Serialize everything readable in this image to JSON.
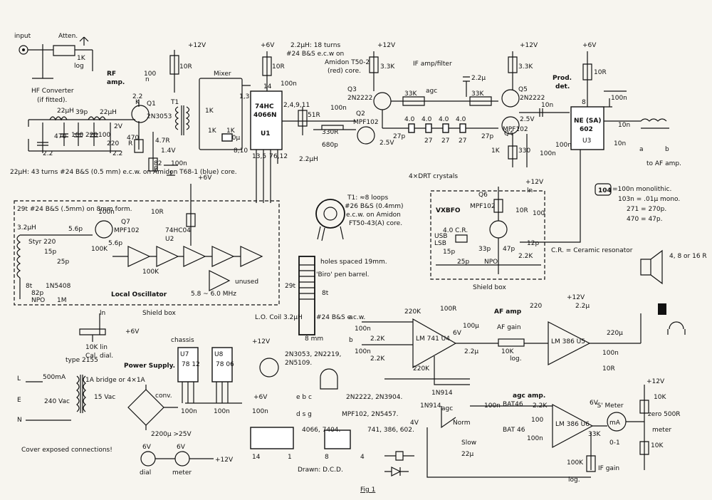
{
  "input": {
    "label": "input",
    "atten": "Atten.",
    "pot": "1K",
    "pot_sub": "log"
  },
  "hf_converter": {
    "line1": "HF Converter",
    "line2": "(if fitted)."
  },
  "rf_amp": {
    "label": "RF",
    "label2": "amp.",
    "q1": "Q1",
    "q1_part": "2N3053",
    "r1": "100",
    "r1_sub": "n",
    "r2": "10R",
    "r3": "2.2",
    "r3_sub": "K",
    "r4": "470",
    "r4_sub": "R",
    "r5": "4.7R",
    "v1": "1.4V",
    "r6": "82",
    "r6_sub": "R",
    "c1": "100n",
    "v2": "2V",
    "t1": "T1"
  },
  "front_end": {
    "l1": "22μH",
    "l2": "22μH",
    "c1": "39p",
    "c2": "2.2",
    "c2_sub": "n",
    "c3": "2.2",
    "c3_sub": "n",
    "c4": "470",
    "c5": "100",
    "c6": "220",
    "c7": "100",
    "c8": "220",
    "note": "22μH: 43 turns #24 B&S (0.5 mm) e.c.w. on Amidon T68-1 (blue) core."
  },
  "mixer": {
    "label": "Mixer",
    "chip": "74HC",
    "chip2": "4066N",
    "u": "U1",
    "r1": "1K",
    "r2": "1K",
    "r3": "1K",
    "c1": "10μ",
    "r4": "10R",
    "c2": "100n",
    "pins_a": "1,3",
    "pins_b": "14",
    "pins_c": "8,10",
    "pins_d": "2,4,9,11",
    "pins_e": "13,5",
    "pins_f": "7",
    "pins_g": "6,12",
    "plus6v": "+6V"
  },
  "if_amp": {
    "label": "IF amp/filter",
    "agc": "agc",
    "q2": "Q2",
    "q2_part": "MPF102",
    "q3": "Q3",
    "q3_part": "2N2222",
    "q4": "Q4",
    "q4_part": "MPF102",
    "q5": "Q5",
    "q5_part": "2N2222",
    "r1": "51R",
    "r2": "330R",
    "c1": "680p",
    "l1": "2.2μH",
    "c2": "100n",
    "r3": "33K",
    "r4": "33K",
    "r5": "3.3K",
    "r6": "3.3K",
    "c3": "2.2μ",
    "c4": "27p",
    "c5": "27",
    "c6": "27",
    "c7": "27",
    "c8": "27p",
    "x": "4.0",
    "v1": "2.5V",
    "v2": "2.5V",
    "r7": "1K",
    "r8": "330",
    "c9": "100n",
    "c10": "10n",
    "plus12v": "+12V"
  },
  "coil_note": {
    "line1": "2.2μH: 18 turns",
    "line2": "#24 B&S e.c.w on",
    "line3": "Amidon T50-2",
    "line4": "(red) core.",
    "c": "100n"
  },
  "crystals": {
    "label": "4×DRT crystals"
  },
  "prod_det": {
    "label": "Prod.",
    "label2": "det.",
    "chip": "NE (SA)",
    "chip2": "602",
    "u": "U3",
    "r1": "10R",
    "c1": "100n",
    "c2": "100n",
    "c3": "10n",
    "c4": "10n",
    "to_af": "to AF amp.",
    "a": "a",
    "b": "b",
    "plus6v": "+6V",
    "pin8": "8"
  },
  "legend": {
    "box": "104",
    "line1": "=100n monolithic.",
    "line2": "103n = .01μ mono.",
    "line3": "271 = 270p.",
    "line4": "470 = 47p."
  },
  "t1_note": {
    "line1": "T1: ≈8 loops",
    "line2": "#26 B&S (0.4mm)",
    "line3": "e.c.w. on Amidon",
    "line4": "FT50-43(A) core."
  },
  "vxbfo": {
    "label": "VXBFO",
    "q6": "Q6",
    "q6_part": "MPF102",
    "cr": "4.0 C.R.",
    "usb": "USB",
    "lsb": "LSB",
    "c1": "15p",
    "c2": "33p",
    "c3": "25p",
    "c4": "47p",
    "c5": "12p",
    "c6": "100",
    "r1": "10R",
    "r2": "2.2K",
    "npo": "NPO",
    "shield": "Shield box",
    "cr_note": "C.R. = Ceramic resonator",
    "plus12v": "+12V",
    "ln": "ln"
  },
  "local_osc": {
    "label": "Local Oscillator",
    "coil": "29t #24 B&S (.5mm) on 8mm form.",
    "l": "3.2μH",
    "q7": "Q7",
    "q7_part": "MPF102",
    "u2": "74HC04",
    "u2_sub": "U2",
    "freq": "5.8 ~ 6.0 MHz",
    "c1": "5.6p",
    "c2": "5.6p",
    "c3": "15p",
    "c4": "25p",
    "c5": "82p",
    "c6": "100n",
    "r1": "100K",
    "r2": "10R",
    "r3": "100K",
    "r4": "1M",
    "d1": "1N5408",
    "styr": "Styr 220",
    "npo": "NPO",
    "unused": "unused",
    "bt": "8t",
    "shield": "Shield box",
    "ln": "ln",
    "lo_coil": "L.O. Coil 3.2μH",
    "plus6v": "+6V"
  },
  "former": {
    "holes": "holes spaced 19mm.",
    "biro": "'Biro' pen barrel.",
    "turns": "29t",
    "bt": "8t",
    "mm": "8 mm",
    "wire": "#24 B&S e.c.w."
  },
  "cal_dial": {
    "label": "10K lin",
    "label2": "Cal. dial.",
    "plus6v": "+6V"
  },
  "power": {
    "label": "Power Supply.",
    "transformer": "type 2155",
    "fuse": "500mA",
    "mains": "240 Vac",
    "sec": "15 Vac",
    "bridge": "1A bridge or 4×1A",
    "conv": "conv.",
    "cap": "2200μ >25V",
    "chassis": "chassis",
    "u7": "U7",
    "u7_part": "78 12",
    "u8": "U8",
    "u8_part": "78 06",
    "c1": "100n",
    "c2": "100n",
    "c3": "100n",
    "out12": "+12V",
    "out6": "+6V",
    "l": "L",
    "e": "E",
    "n": "N",
    "warn": "Cover exposed connections!",
    "dial": "dial",
    "meter": "meter",
    "lamp": "6V"
  },
  "af_amp": {
    "label": "AF amp",
    "u4": "LM 741 U4",
    "u5": "LM 386 U5",
    "af_gain": "AF gain",
    "pot": "10K",
    "pot_sub": "log.",
    "r1": "220K",
    "r2": "100R",
    "r3": "220K",
    "r4": "2.2K",
    "r5": "2.2K",
    "r6": "10R",
    "c1": "100n",
    "c2": "100n",
    "c3": "100μ",
    "c4": "2.2μ",
    "c5": "220μ",
    "c6": "2.2μ",
    "c7": "100n",
    "c8": "220",
    "d1": "1N914",
    "d2": "1N914",
    "speaker": "4, 8 or 16 R",
    "a": "a",
    "b": "b",
    "plus12v": "+12V",
    "plus6v": "6V"
  },
  "agc_amp": {
    "label": "agc amp.",
    "u6": "LM 386 U6",
    "d": "BAT46",
    "d2": "BAT 46",
    "r1": "2.2K",
    "c1": "100n",
    "c2": "100n",
    "c3": "100",
    "c4": "22μ",
    "agc": "agc",
    "norm": "Norm",
    "slow": "Slow",
    "v": "4V",
    "smeter": "'S' Meter",
    "ma": "mA",
    "range": "0-1",
    "r2": "10K",
    "zero": "zero 500R",
    "zero2": "meter",
    "r3": "10K",
    "r4": "33K",
    "r5": "100K",
    "r5_sub": "log.",
    "if_gain": "IF gain",
    "plus12v": "+12V",
    "v6": "6V"
  },
  "transistor_key": {
    "line1": "2N3053, 2N2219,",
    "line2": "2N5109.",
    "line3": "e b c",
    "line4": "2N2222, 2N3904.",
    "line5": "d s g",
    "line6": "MPF102, 2N5457.",
    "ic1": "4066, 7404.",
    "ic2": "741, 386, 602.",
    "pin14": "14",
    "pin1": "1",
    "pin8": "8",
    "pin4": "4"
  },
  "footer": {
    "drawn": "Drawn: D.C.D.",
    "fig": "Fig 1"
  }
}
